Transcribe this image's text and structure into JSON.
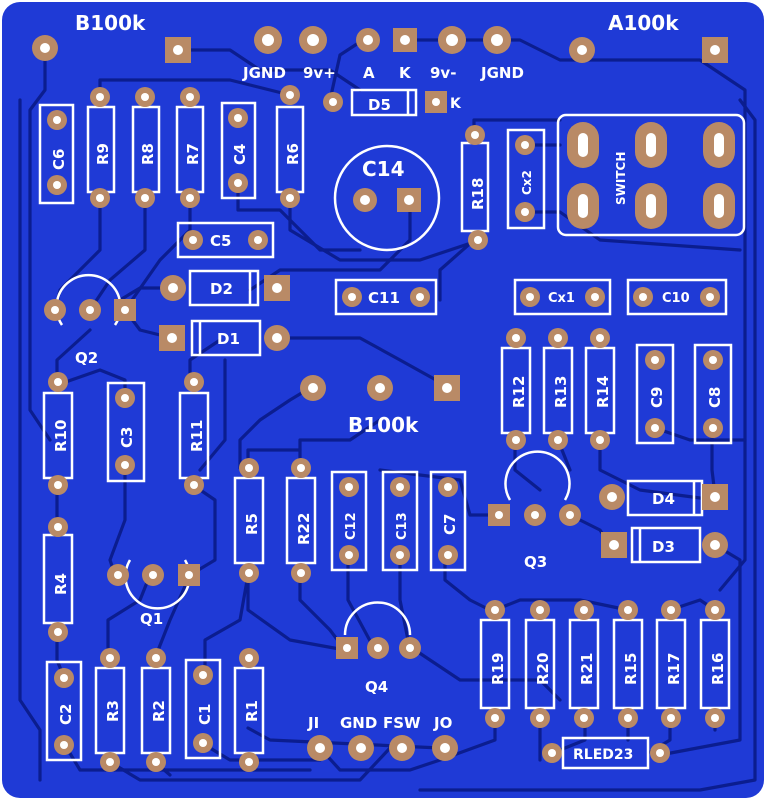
{
  "board": {
    "background": "#1f3ad6",
    "trace_color": "#0b1d8f",
    "pad_color": "#b98a66",
    "silk_color": "#ffffff"
  },
  "pots": {
    "left": "B100k",
    "right": "A100k",
    "middle": "B100k"
  },
  "power_header": {
    "labels": [
      "JGND",
      "9v+",
      "A",
      "K",
      "9v-",
      "JGND"
    ]
  },
  "io_header": {
    "labels": [
      "JI",
      "GND",
      "FSW",
      "JO"
    ]
  },
  "switch_label": "SWITCH",
  "big_cap": "C14",
  "diode_d5": {
    "name": "D5",
    "pin": "K"
  },
  "components": {
    "C6": "C6",
    "R9": "R9",
    "R8": "R8",
    "R7": "R7",
    "C4": "C4",
    "R6": "R6",
    "R18": "R18",
    "Cx2": "Cx2",
    "C5": "C5",
    "D2": "D2",
    "D1": "D1",
    "C11": "C11",
    "Cx1": "Cx1",
    "C10": "C10",
    "Q2": "Q2",
    "R10": "R10",
    "C3": "C3",
    "R11": "R11",
    "R12": "R12",
    "R13": "R13",
    "R14": "R14",
    "C9": "C9",
    "C8": "C8",
    "D4": "D4",
    "D3": "D3",
    "Q3": "Q3",
    "R5": "R5",
    "R22": "R22",
    "C12": "C12",
    "C13": "C13",
    "C7": "C7",
    "R4": "R4",
    "Q1": "Q1",
    "Q4": "Q4",
    "R19": "R19",
    "R20": "R20",
    "R21": "R21",
    "R15": "R15",
    "R17": "R17",
    "R16": "R16",
    "C2": "C2",
    "R3": "R3",
    "R2": "R2",
    "C1": "C1",
    "R1": "R1",
    "RLED23": "RLED23"
  }
}
